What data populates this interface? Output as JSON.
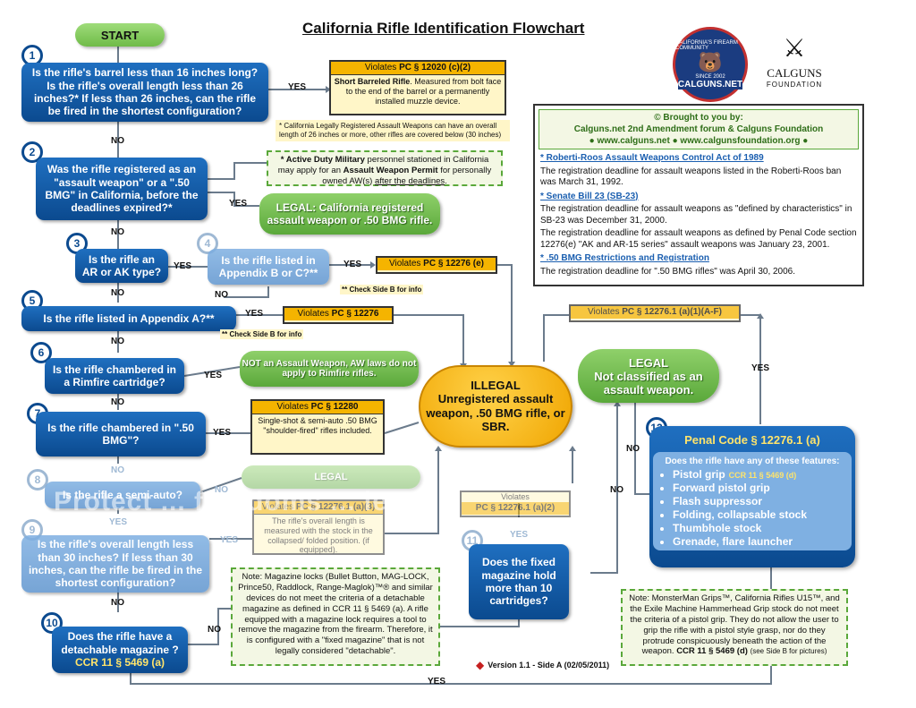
{
  "title": "California Rifle Identification Flowchart",
  "start": "START",
  "yes": "YES",
  "no": "NO",
  "steps": {
    "s1": {
      "num": "1",
      "text": "Is the rifle's barrel less than 16 inches long? Is the rifle's overall length less than 26 inches?* If less than 26 inches, can the rifle be fired in the shortest configuration?"
    },
    "s2": {
      "num": "2",
      "text": "Was the rifle registered as an \"assault weapon\" or a \".50 BMG\" in California, before the deadlines expired?*"
    },
    "s3": {
      "num": "3",
      "text": "Is the rifle an AR or AK type?"
    },
    "s4": {
      "num": "4",
      "text": "Is the rifle listed in Appendix B or C?**"
    },
    "s5": {
      "num": "5",
      "text": "Is the rifle listed in Appendix A?**"
    },
    "s6": {
      "num": "6",
      "text": "Is the rifle chambered in a Rimfire cartridge?"
    },
    "s7": {
      "num": "7",
      "text": "Is the rifle chambered in \".50 BMG\"?"
    },
    "s8": {
      "num": "8",
      "text": "Is the rifle a semi-auto?"
    },
    "s9": {
      "num": "9",
      "text": "Is the rifle's overall length less than 30 inches? If less than 30 inches, can the rifle be fired in the shortest configuration?"
    },
    "s10": {
      "num": "10",
      "text": "Does the rifle have a detachable magazine ?",
      "cite": "CCR 11 § 5469 (a)"
    },
    "s11": {
      "num": "11",
      "text": "Does the fixed magazine hold more than 10 cartridges?"
    },
    "s12": {
      "num": "12",
      "title": "Penal Code § 12276.1 (a)",
      "question": "Does the rifle have any of these features:",
      "features": [
        "Pistol grip",
        "Forward pistol grip",
        "Flash suppressor",
        "Folding, collapsable stock",
        "Thumbhole stock",
        "Grenade, flare launcher"
      ],
      "cite": "CCR 11 § 5469 (d)"
    }
  },
  "violations": {
    "v1": {
      "label": "Violates",
      "code": "PC § 12020 (c)(2)",
      "body_bold": "Short Barreled Rifle",
      "body": ". Measured from bolt face to the end of the barrel or a permanently installed muzzle device."
    },
    "v4": {
      "label": "Violates",
      "code": "PC § 12276 (e)"
    },
    "v5": {
      "label": "Violates",
      "code": "PC § 12276"
    },
    "v7": {
      "label": "Violates",
      "code": "PC § 12280",
      "body": "Single-shot & semi-auto .50 BMG \"shoulder-fired\" rifles included."
    },
    "v9": {
      "label": "Violates",
      "code": "PC § 12276.1 (a)(3)",
      "body": "The rifle's overall length is measured with the stock in the collapsed/ folded position. (if equipped)."
    },
    "v11": {
      "label": "Violates",
      "code": "PC § 12276.1 (a)(2)"
    },
    "v12": {
      "label": "Violates",
      "code": "PC § 12276.1 (a)(1)(A-F)"
    }
  },
  "notes": {
    "n1": "* California Legally Registered Assault Weapons can have an overall length of 26 inches or more, other rifles are covered below (30 inches)",
    "n2a": "* Active Duty Military",
    "n2b": "personnel stationed in California may apply for an",
    "n2c": "Assault Weapon Permit",
    "n2d": "for personally owned AW(s)",
    "n2e": "after the deadlines",
    "n4": "** Check Side B for info",
    "n5": "** Check Side B for info",
    "n10": "Note: Magazine locks (Bullet Button, MAG-LOCK, Prince50, Raddlock, Range-Maglok)™® and similar devices do not meet the criteria of a detachable magazine as defined in CCR 11 § 5469 (a). A rifle equipped with a magazine lock requires a tool to remove the magazine from the firearm. Therefore, it is configured with a \"fixed magazine\" that is not legally considered \"detachable\".",
    "n12": "Note: MonsterMan Grips™, California Rifles U15™, and the Exile Machine Hammerhead Grip stock do not meet the criteria of a pistol grip. They do not allow the user to grip the rifle with a pistol style grasp, nor do they protrude conspicuously beneath the action of the weapon.",
    "n12cite": "CCR 11 § 5469 (d)",
    "n12side": "(see Side B for pictures)"
  },
  "outcomes": {
    "legal_registered": "LEGAL: California registered assault weapon or .50 BMG rifle.",
    "rimfire": "NOT an Assault Weapon, AW laws do not apply to Rimfire rifles.",
    "legal8": "LEGAL",
    "illegal_title": "ILLEGAL",
    "illegal_body": "Unregistered assault weapon, .50 BMG rifle, or SBR.",
    "legal_title": "LEGAL",
    "legal_body": "Not classified as an assault weapon."
  },
  "credits": {
    "brought": "© Brought to you by:",
    "line": "Calguns.net 2nd Amendment forum & Calguns Foundation",
    "url1": "www.calguns.net",
    "url2": "www.calgunsfoundation.org",
    "logo1": "CALGUNS.NET",
    "logo1_ring": "CALIFORNIA'S FIREARM COMMUNITY",
    "logo1_since": "SINCE 2002",
    "logo2a": "CALGUNS",
    "logo2b": "FOUNDATION"
  },
  "info": [
    {
      "heading": "* Roberti-Roos Assault Weapons Control Act of 1989",
      "text": "The registration deadline for assault weapons listed in the Roberti-Roos ban was March 31, 1992."
    },
    {
      "heading": "* Senate Bill 23 (SB-23)",
      "text": "The registration deadline for assault weapons as \"defined by characteristics\" in SB-23 was December 31, 2000."
    },
    {
      "heading": "",
      "text": "The registration deadline for assault weapons as defined by Penal Code section 12276(e) \"AK and AR-15 series\" assault weapons was January 23, 2001."
    },
    {
      "heading": "* .50 BMG Restrictions and Registration",
      "text": "The registration deadline for \".50 BMG rifles\" was April 30, 2006."
    }
  ],
  "watermark": "Protect ... freedoms ... less!",
  "version": "Version 1.1 - Side A (02/05/2011)",
  "colors": {
    "blue": "#0b4a8f",
    "green": "#5aa83a",
    "orange": "#f5b400",
    "yellow": "#fff6c8"
  }
}
